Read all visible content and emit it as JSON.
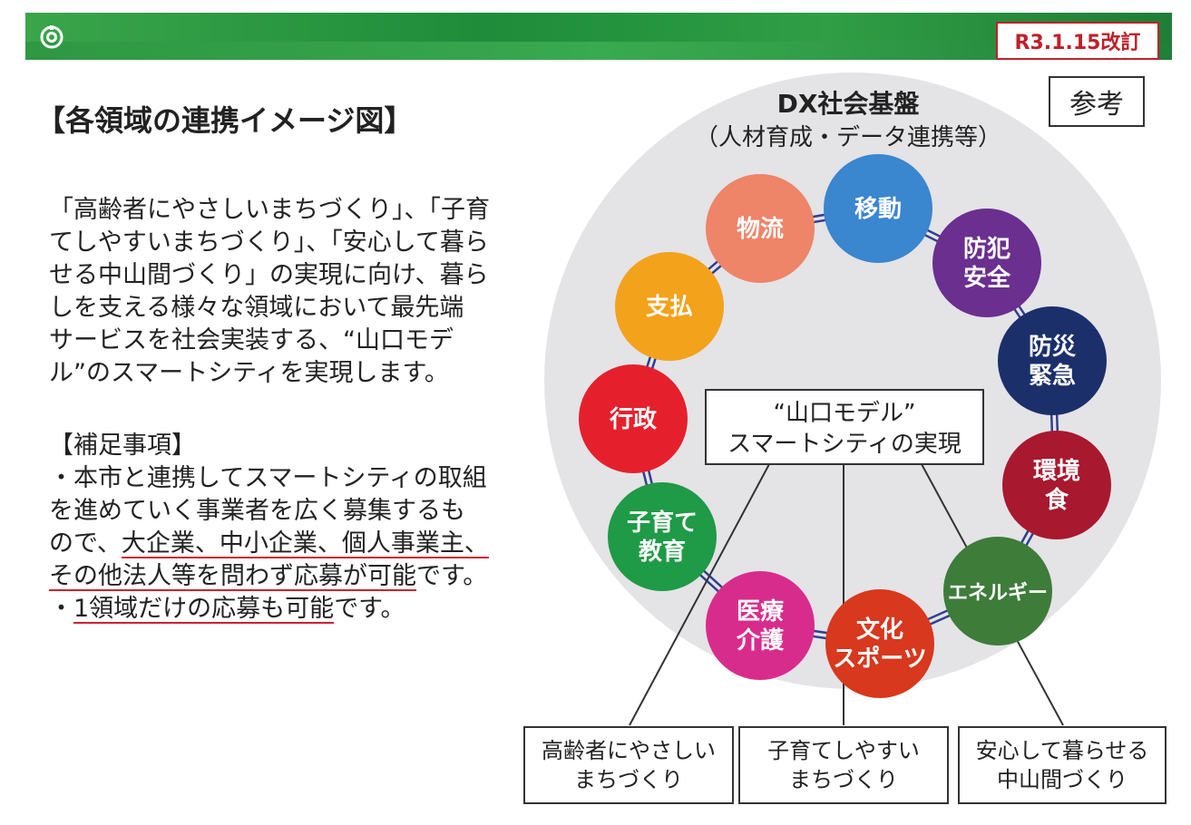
{
  "header": {
    "revision": "R3.1.15改訂",
    "reference": "参考"
  },
  "title": "【各領域の連携イメージ図】",
  "intro": [
    "「高齢者にやさしいまちづくり」、「子育",
    "てしやすいまちづくり」、「安心して暮ら",
    "せる中山間づくり」の実現に向け、暮ら",
    "しを支える様々な領域において最先端",
    "サービスを社会実装する、“山口モデ",
    "ル”のスマートシティを実現します。"
  ],
  "supplement": {
    "heading": "【補足事項】",
    "line1": "・本市と連携してスマートシティの取組",
    "line2": "を進めていく事業者を広く募集するも",
    "line3a": "ので、",
    "line3u": "大企業、中小企業、個人事業主、",
    "line4u": "その他法人等を問わず応募が可能",
    "line4b": "です。",
    "line5a": "・",
    "line5u": "1領域だけの応募も可能",
    "line5b": "です。"
  },
  "diagram": {
    "foundation_line1": "DX社会基盤",
    "foundation_line2": "（人材育成・データ連携等）",
    "center_line1": "“山口モデル”",
    "center_line2": "スマートシティの実現",
    "domains": [
      {
        "lines": [
          "移動"
        ],
        "color": "#3a86cf"
      },
      {
        "lines": [
          "防犯",
          "安全"
        ],
        "color": "#6a2f8f"
      },
      {
        "lines": [
          "防災",
          "緊急"
        ],
        "color": "#1b2f6b"
      },
      {
        "lines": [
          "環境",
          "食"
        ],
        "color": "#a8182e"
      },
      {
        "lines": [
          "エネルギー"
        ],
        "color": "#3e7c3a"
      },
      {
        "lines": [
          "文化",
          "スポーツ"
        ],
        "color": "#d7381e"
      },
      {
        "lines": [
          "医療",
          "介護"
        ],
        "color": "#d82c8c"
      },
      {
        "lines": [
          "子育て",
          "教育"
        ],
        "color": "#1f9a46"
      },
      {
        "lines": [
          "行政"
        ],
        "color": "#e5202c"
      },
      {
        "lines": [
          "支払"
        ],
        "color": "#f3a21c"
      },
      {
        "lines": [
          "物流"
        ],
        "color": "#ee8468"
      }
    ],
    "goals": [
      {
        "lines": [
          "高齢者にやさしい",
          "まちづくり"
        ]
      },
      {
        "lines": [
          "子育てしやすい",
          "まちづくり"
        ]
      },
      {
        "lines": [
          "安心して暮らせる",
          "中山間づくり"
        ]
      }
    ]
  }
}
